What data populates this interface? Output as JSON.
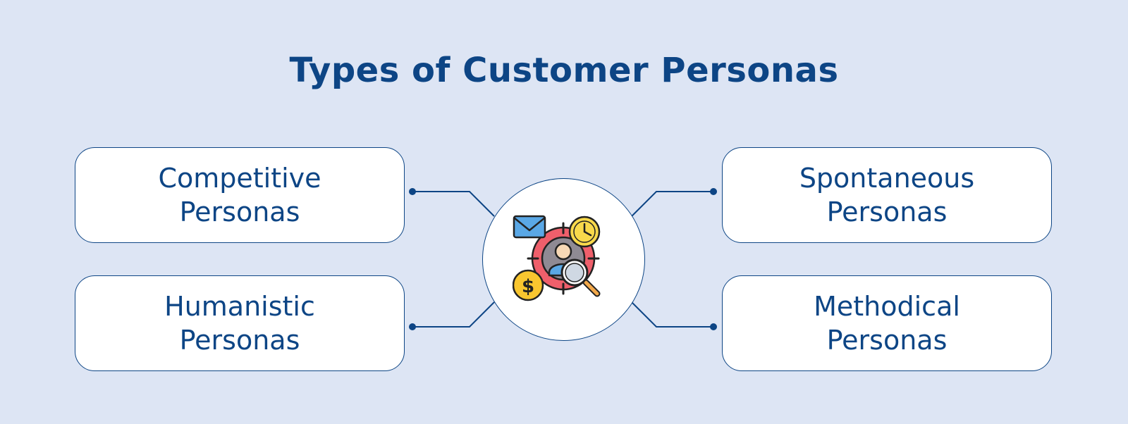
{
  "title": "Types of Customer Personas",
  "personas": [
    {
      "line1": "Competitive",
      "line2": "Personas"
    },
    {
      "line1": "Humanistic",
      "line2": "Personas"
    },
    {
      "line1": "Spontaneous",
      "line2": "Personas"
    },
    {
      "line1": "Methodical",
      "line2": "Personas"
    }
  ],
  "center": {
    "icon": "customer-target-icon"
  },
  "colors": {
    "background": "#dde5f4",
    "primary": "#0d4585",
    "box_fill": "#ffffff"
  }
}
